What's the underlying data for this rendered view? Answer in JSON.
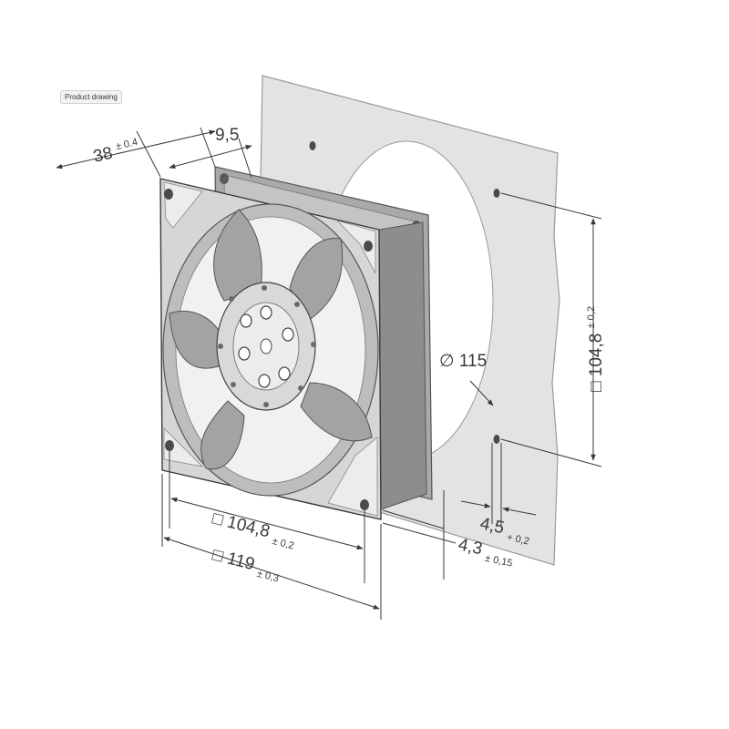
{
  "badge": {
    "label": "Product drawing"
  },
  "dimensions": {
    "depth": {
      "value": "38",
      "tol": "± 0.4"
    },
    "flange": {
      "value": "9,5"
    },
    "diameter": {
      "symbol": "∅",
      "value": "115"
    },
    "hole_spacing_v": {
      "symbol": "□",
      "value": "104,8",
      "tol": "± 0,2"
    },
    "hole_spacing_h": {
      "symbol": "□",
      "value": "104,8",
      "tol": "± 0,2"
    },
    "frame": {
      "symbol": "□",
      "value": "119",
      "tol": "± 0,3"
    },
    "hole_dia": {
      "value": "4,5",
      "tol": "+ 0,2"
    },
    "hole_offset": {
      "value": "4,3",
      "tol": "± 0,15"
    }
  },
  "colors": {
    "line": "#3a3a3a",
    "panel": "#e3e3e3",
    "frame_light": "#d6d6d6",
    "frame_mid": "#a9a9a9",
    "frame_dark": "#7d7d7d",
    "blade": "#a3a3a3",
    "hub": "#d9d9d9"
  }
}
